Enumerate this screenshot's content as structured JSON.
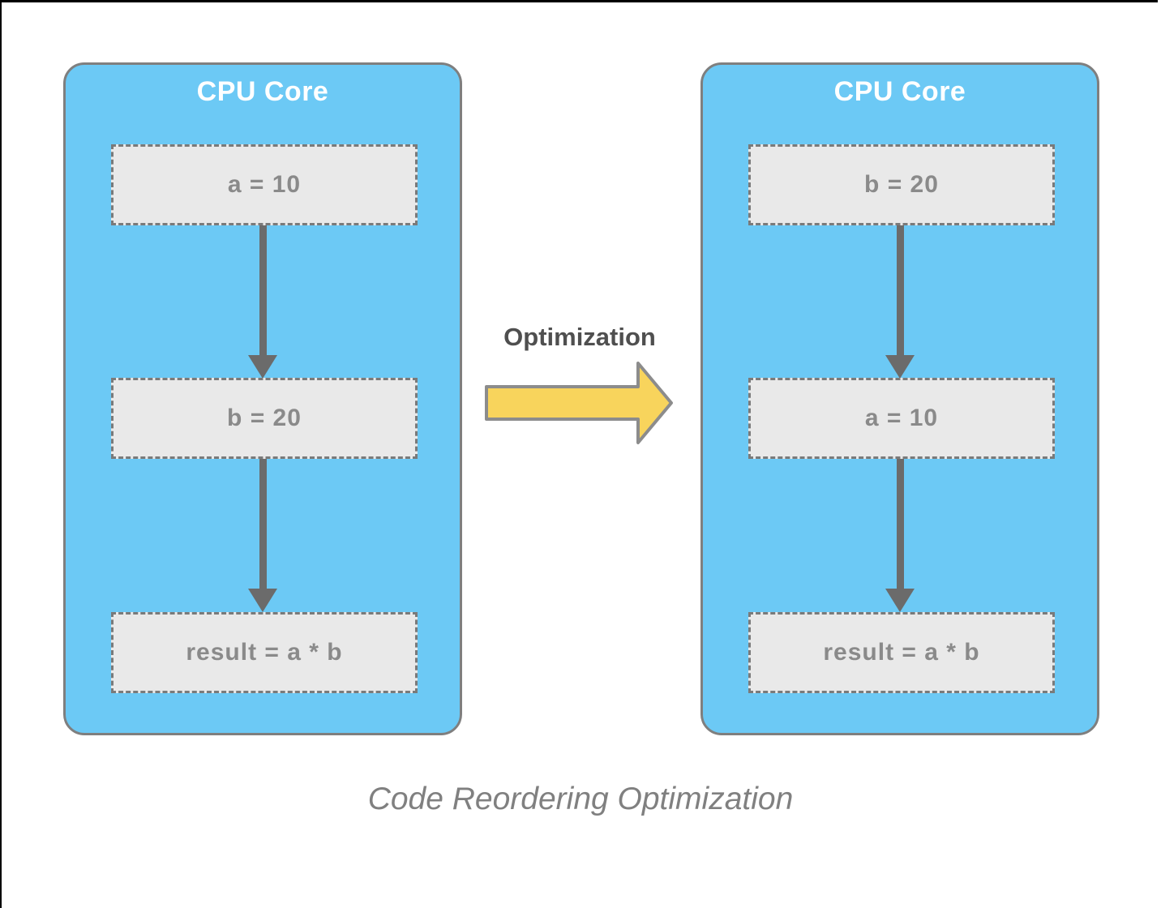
{
  "diagram": {
    "caption": "Code Reordering Optimization",
    "transform_label": "Optimization",
    "left_core": {
      "title": "CPU Core",
      "steps": [
        "a = 10",
        "b = 20",
        "result = a * b"
      ]
    },
    "right_core": {
      "title": "CPU Core",
      "steps": [
        "b = 20",
        "a = 10",
        "result = a * b"
      ]
    },
    "colors": {
      "core_fill": "#6CC9F5",
      "core_border": "#7F7F7F",
      "step_fill": "#E9E9E9",
      "step_border": "#7A7A7A",
      "step_text": "#8A8A8A",
      "flow_arrow": "#6B6B6B",
      "optimization_arrow_fill": "#F8D45C",
      "optimization_arrow_border": "#8C8C8C",
      "core_title_text": "#FFFFFF",
      "transform_label_text": "#4F4F4F",
      "caption_text": "#808080"
    }
  }
}
